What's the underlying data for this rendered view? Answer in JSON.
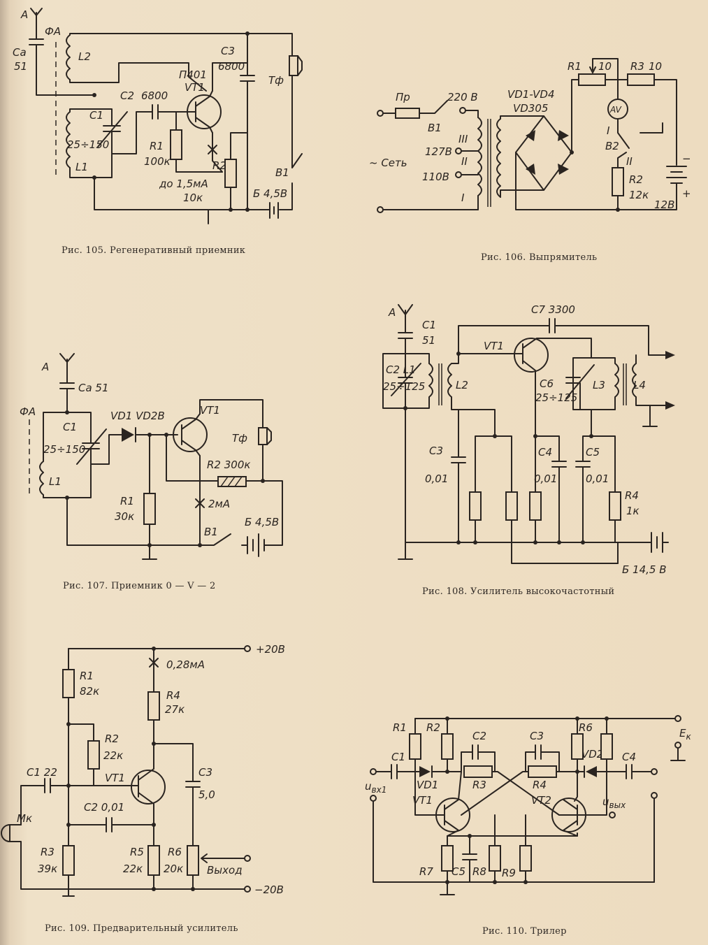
{
  "captions": {
    "fig105": "Рис. 105. Регенеративный приемник",
    "fig106": "Рис. 106. Выпрямитель",
    "fig107": "Рис. 107. Приемник 0 — V — 2",
    "fig108": "Рис. 108. Усилитель высокочастотный",
    "fig109": "Рис. 109. Предварительный усилитель",
    "fig110": "Рис. 110. Трилер"
  },
  "fig105": {
    "antenna": "A",
    "fa": "ФA",
    "ca": "Ca",
    "ca_val": "51",
    "l2": "L2",
    "c3": "C3",
    "c3_val": "6800",
    "tf": "Тф",
    "c2": "C2",
    "c2_val": "6800",
    "p401": "П401",
    "vt1": "VT1",
    "c1": "C1",
    "c1_val": "25÷150",
    "l1": "L1",
    "r1": "R1",
    "r1_val": "100к",
    "r2": "R2",
    "r2_val": "10к",
    "current": "до 1,5мА",
    "b1": "B1",
    "batt": "Б 4,5В"
  },
  "fig106": {
    "pr": "Пр",
    "v220": "220 В",
    "b1": "B1",
    "vd": "VD1-VD4",
    "vd_type": "VD305",
    "r1": "R1",
    "r1_val": "10",
    "r3": "R3",
    "r3_val": "10",
    "av": "AV",
    "sw1": "I",
    "b2": "B2",
    "sw2": "II",
    "r2": "R2",
    "r2_val": "12к",
    "batt": "12В",
    "set": "~ Сеть",
    "v127": "127В",
    "v110": "110В",
    "w3": "III",
    "w2": "II",
    "w1": "I",
    "minus": "−",
    "plus": "+"
  },
  "fig107": {
    "antenna": "A",
    "ca": "Ca 51",
    "fa": "ФA",
    "c1": "C1",
    "c1_val": "25÷150",
    "l1": "L1",
    "vd": "VD1 VD2B",
    "vt1": "VT1",
    "tf": "Тф",
    "r2": "R2 300к",
    "current": "2мА",
    "r1": "R1",
    "r1_val": "30к",
    "b1": "B1",
    "batt": "Б 4,5В"
  },
  "fig108": {
    "antenna": "A",
    "c1": "C1",
    "c1_val": "51",
    "c7": "C7  3300",
    "vt1": "VT1",
    "c2l1": "C2 L1",
    "c2_val": "25÷125",
    "l2": "L2",
    "c6": "C6",
    "c6_val": "25÷125",
    "l3": "L3",
    "l4": "L4",
    "c3": "C3",
    "c3_val": "0,01",
    "c4": "C4",
    "c4_val": "0,01",
    "c5": "C5",
    "c5_val": "0,01",
    "r4": "R4",
    "r4_val": "1к",
    "batt": "Б 14,5 В"
  },
  "fig109": {
    "vplus": "+20В",
    "current": "0,28мА",
    "r1": "R1",
    "r1_val": "82к",
    "r4": "R4",
    "r4_val": "27к",
    "r2": "R2",
    "r2_val": "22к",
    "c3": "C3",
    "c3_val": "5,0",
    "c1": "C1 22",
    "vt1": "VT1",
    "c2": "C2  0,01",
    "mk": "Мк",
    "r3": "R3",
    "r3_val": "39к",
    "r5": "R5",
    "r5_val": "22к",
    "r6": "R6",
    "r6_val": "20к",
    "out": "Выход",
    "vminus": "−20В"
  },
  "fig110": {
    "r1": "R1",
    "r2": "R2",
    "c2": "C2",
    "c3": "C3",
    "r6": "R6",
    "ek": "E",
    "ek_sub": "к",
    "c1": "C1",
    "vd1": "VD1",
    "r3": "R3",
    "r4": "R4",
    "vd2": "VD2",
    "c4": "C4",
    "uin": "u",
    "uin_sub": "вх1",
    "uout": "u",
    "uout_sub": "вых",
    "vt1": "VT1",
    "vt2": "VT2",
    "r7": "R7",
    "c5": "C5",
    "r8": "R8",
    "r9": "R9"
  }
}
